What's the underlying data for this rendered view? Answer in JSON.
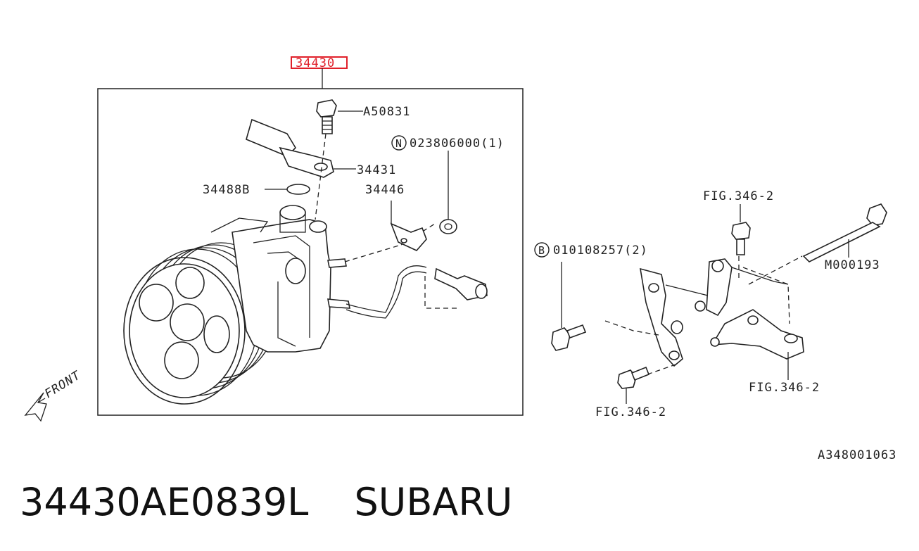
{
  "diagram": {
    "highlight_part": "34430",
    "callouts": {
      "bolt_top": "A50831",
      "nut_label": "023806000(1)",
      "nut_badge": "N",
      "bracket": "34431",
      "oring": "34488B",
      "clip": "34446",
      "fig_top": "FIG.346-2",
      "bolt_b": "010108257(2)",
      "bolt_b_badge": "B",
      "long_bolt": "M000193",
      "fig_right": "FIG.346-2",
      "fig_bottom": "FIG.346-2"
    },
    "front_label": "FRONT",
    "ref_code": "A348001063"
  },
  "caption": {
    "part_number": "34430AE0839L",
    "brand": "SUBARU"
  },
  "colors": {
    "highlight": "#e0202a",
    "line": "#222222"
  }
}
